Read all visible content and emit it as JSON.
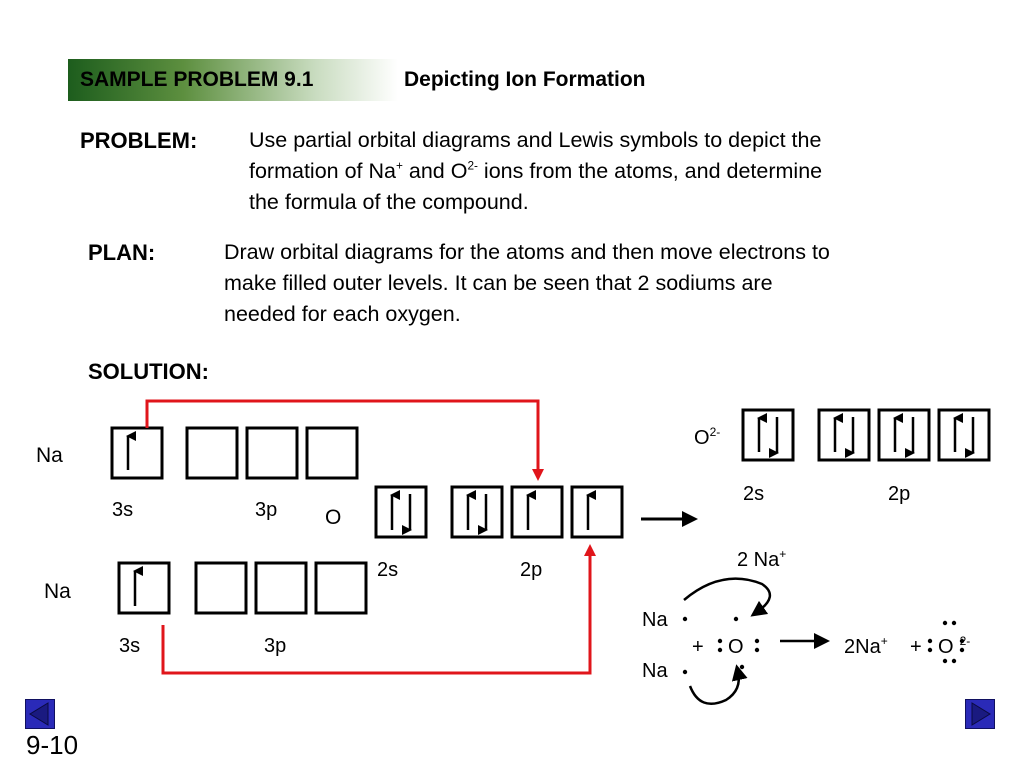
{
  "header": {
    "label": "SAMPLE PROBLEM 9.1",
    "title": "Depicting Ion Formation"
  },
  "problem": {
    "label": "PROBLEM:",
    "line1": "Use partial orbital diagrams and Lewis symbols to depict the",
    "line2_a": "formation of Na",
    "line2_sup1": "+",
    "line2_b": " and O",
    "line2_sup2": "2-",
    "line2_c": " ions from the atoms, and determine",
    "line3": "the formula of the compound."
  },
  "plan": {
    "label": "PLAN:",
    "line1": "Draw orbital diagrams for the atoms and then move electrons to",
    "line2": "make filled outer levels.  It can be seen that 2 sodiums are",
    "line3": "needed for each oxygen."
  },
  "solution": {
    "label": "SOLUTION:"
  },
  "diagram": {
    "na_top_label": "Na",
    "na_top_3s": "3s",
    "na_top_3p": "3p",
    "o_label": "O",
    "o_2s": "2s",
    "o_2p": "2p",
    "na_bottom_label": "Na",
    "na_bottom_3s": "3s",
    "na_bottom_3p": "3p",
    "oxide_label": "O",
    "oxide_charge": "2-",
    "oxide_2s": "2s",
    "oxide_2p": "2p",
    "lewis_2na_a": "2 Na",
    "lewis_2na_sup": "+",
    "lewis_na1": "Na",
    "lewis_na2": "Na",
    "lewis_plus": "+",
    "lewis_o": "O",
    "product_na": "2Na",
    "product_na_sup": "+",
    "product_plus": "+",
    "product_o": "O",
    "product_charge": "2-"
  },
  "footer": {
    "page_number": "9-10"
  },
  "colors": {
    "arrow_red": "#e0151b",
    "nav_blue": "#2a2ab8",
    "header_green": "#1d5d1d"
  }
}
